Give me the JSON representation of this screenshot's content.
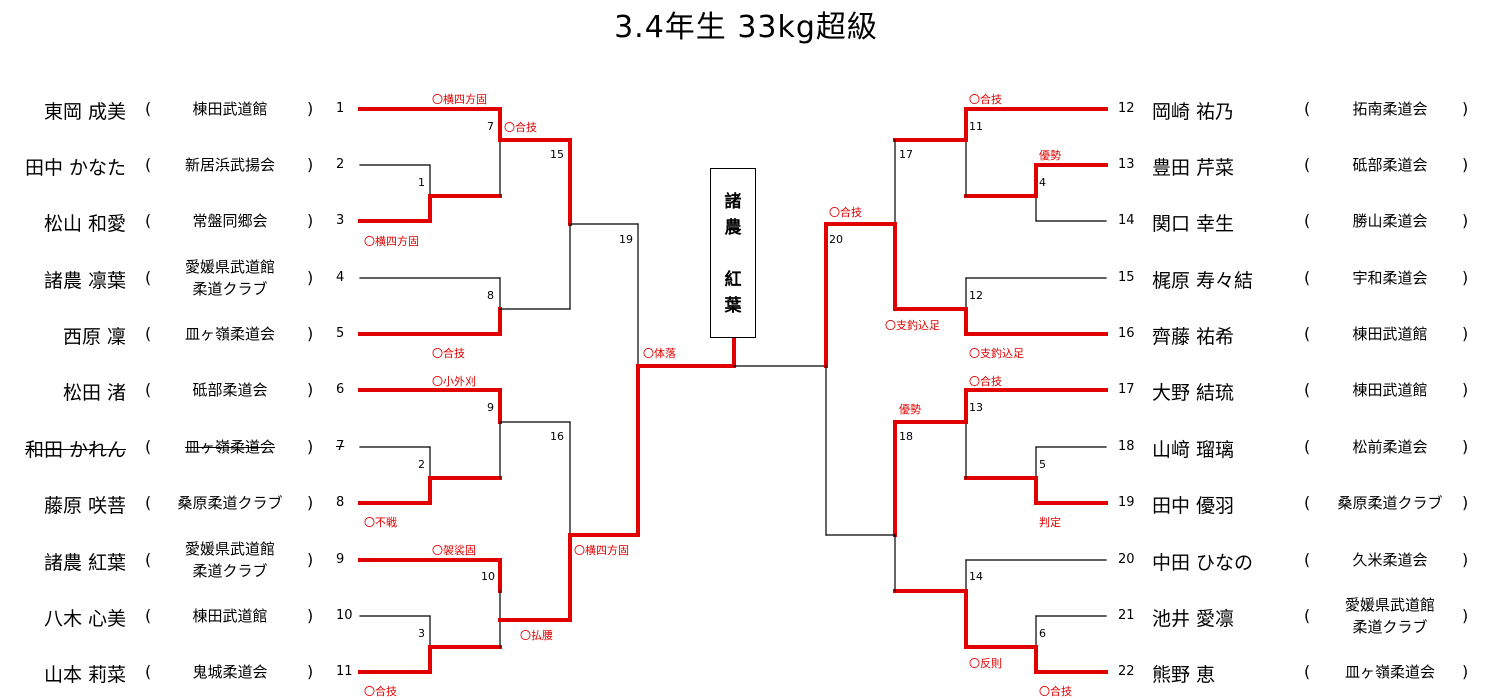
{
  "title": "3.4年生 33kg超級",
  "champion": [
    "諸",
    "農",
    "紅",
    "葉"
  ],
  "left_players": [
    {
      "name": "東岡 成美",
      "club": [
        "棟田武道館"
      ],
      "num": "1"
    },
    {
      "name": "田中 かなた",
      "club": [
        "新居浜武揚会"
      ],
      "num": "2"
    },
    {
      "name": "松山 和愛",
      "club": [
        "常盤同郷会"
      ],
      "num": "3"
    },
    {
      "name": "諸農 凛葉",
      "club": [
        "愛媛県武道館",
        "柔道クラブ"
      ],
      "num": "4"
    },
    {
      "name": "西原 凜",
      "club": [
        "皿ヶ嶺柔道会"
      ],
      "num": "5"
    },
    {
      "name": "松田 渚",
      "club": [
        "砥部柔道会"
      ],
      "num": "6"
    },
    {
      "name": "和田 かれん",
      "club": [
        "皿ヶ嶺柔道会"
      ],
      "num": "7",
      "withdrawn": true
    },
    {
      "name": "藤原 咲菩",
      "club": [
        "桑原柔道クラブ"
      ],
      "num": "8"
    },
    {
      "name": "諸農 紅葉",
      "club": [
        "愛媛県武道館",
        "柔道クラブ"
      ],
      "num": "9"
    },
    {
      "name": "八木 心美",
      "club": [
        "棟田武道館"
      ],
      "num": "10"
    },
    {
      "name": "山本 莉菜",
      "club": [
        "鬼城柔道会"
      ],
      "num": "11"
    }
  ],
  "right_players": [
    {
      "name": "岡崎 祐乃",
      "club": [
        "拓南柔道会"
      ],
      "num": "12"
    },
    {
      "name": "豊田 芹菜",
      "club": [
        "砥部柔道会"
      ],
      "num": "13"
    },
    {
      "name": "関口 幸生",
      "club": [
        "勝山柔道会"
      ],
      "num": "14"
    },
    {
      "name": "梶原 寿々結",
      "club": [
        "宇和柔道会"
      ],
      "num": "15"
    },
    {
      "name": "齊藤 祐希",
      "club": [
        "棟田武道館"
      ],
      "num": "16"
    },
    {
      "name": "大野 結琉",
      "club": [
        "棟田武道館"
      ],
      "num": "17"
    },
    {
      "name": "山﨑 瑠璃",
      "club": [
        "松前柔道会"
      ],
      "num": "18"
    },
    {
      "name": "田中 優羽",
      "club": [
        "桑原柔道クラブ"
      ],
      "num": "19"
    },
    {
      "name": "中田 ひなの",
      "club": [
        "久米柔道会"
      ],
      "num": "20"
    },
    {
      "name": "池井 愛凛",
      "club": [
        "愛媛県武道館",
        "柔道クラブ"
      ],
      "num": "21"
    },
    {
      "name": "熊野 恵",
      "club": [
        "皿ヶ嶺柔道会"
      ],
      "num": "22"
    }
  ],
  "match_numbers": [
    "1",
    "2",
    "3",
    "4",
    "5",
    "6",
    "7",
    "8",
    "9",
    "10",
    "11",
    "12",
    "13",
    "14",
    "15",
    "16",
    "17",
    "18",
    "19",
    "20"
  ],
  "results": {
    "r1": "〇横四方固",
    "r2": "〇合技",
    "r3": "〇横四方固",
    "r4": "〇合技",
    "r5": "〇小外刈",
    "r6": "〇不戦",
    "r7": "〇袈裟固",
    "r8": "〇払腰",
    "r9": "〇合技",
    "r10": "〇横四方固",
    "r11": "〇体落",
    "r12": "〇合技",
    "r13": "優勢",
    "r14": "〇合技",
    "r15": "〇支釣込足",
    "r16": "〇支釣込足",
    "r17": "〇合技",
    "r18": "優勢",
    "r19": "判定",
    "r20": "〇反則",
    "r21": "〇合技"
  },
  "colors": {
    "win_line": "#e00000",
    "line": "#000000",
    "result_text": "#e00000"
  }
}
